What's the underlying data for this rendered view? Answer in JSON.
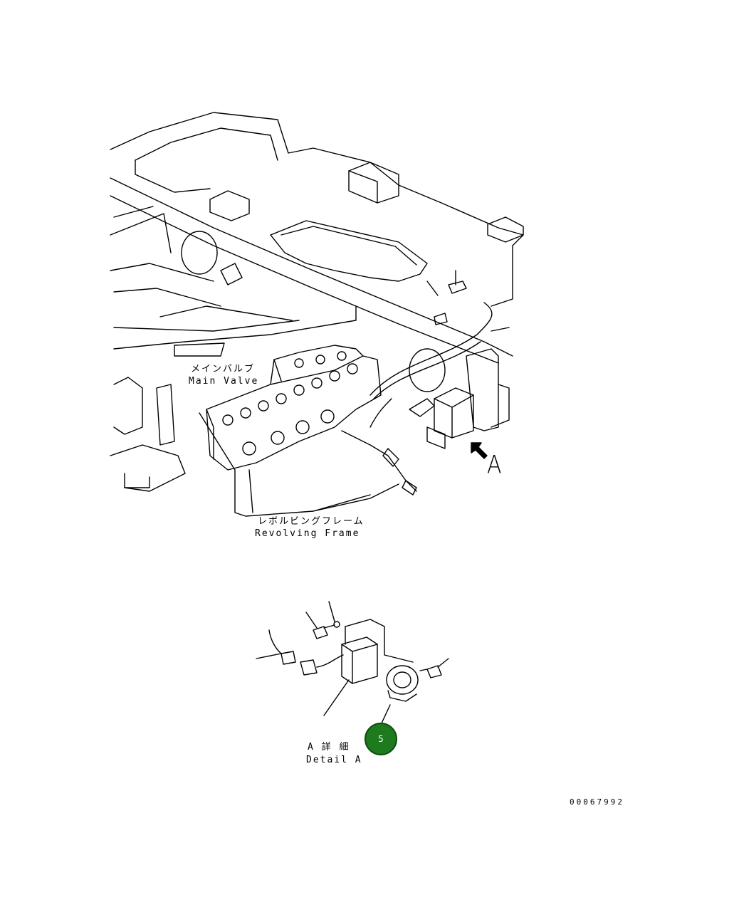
{
  "labels": {
    "main_valve_jp": "メインバルブ",
    "main_valve_en": "Main Valve",
    "revolving_frame_jp": "レボルビングフレーム",
    "revolving_frame_en": "Revolving Frame",
    "view_letter": "A",
    "detail_jp": "A 詳 細",
    "detail_en": "Detail A"
  },
  "callouts": [
    {
      "number": "5",
      "color": "#1d7a1d"
    }
  ],
  "drawing_number": "00067992"
}
